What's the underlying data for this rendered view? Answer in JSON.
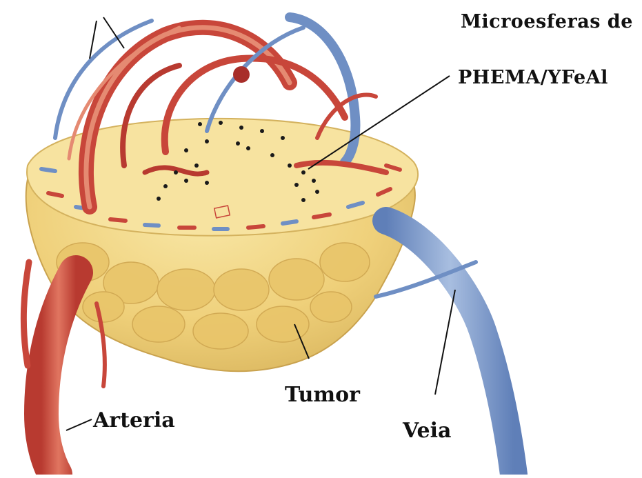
{
  "labels": {
    "microspheres_line1": "Microesferas de",
    "microspheres_line2": "PHEMA/YFeAl",
    "tumor": "Tumor",
    "artery": "Arteria",
    "vein": "Veia"
  },
  "colors": {
    "tumor_fill": "#f0d27a",
    "tumor_shadow": "#d9b65a",
    "artery": "#c8463a",
    "artery_dark": "#a82e2a",
    "vein": "#6f8fc4",
    "vein_light": "#9db4d8",
    "microsphere": "#1a1a1a"
  }
}
